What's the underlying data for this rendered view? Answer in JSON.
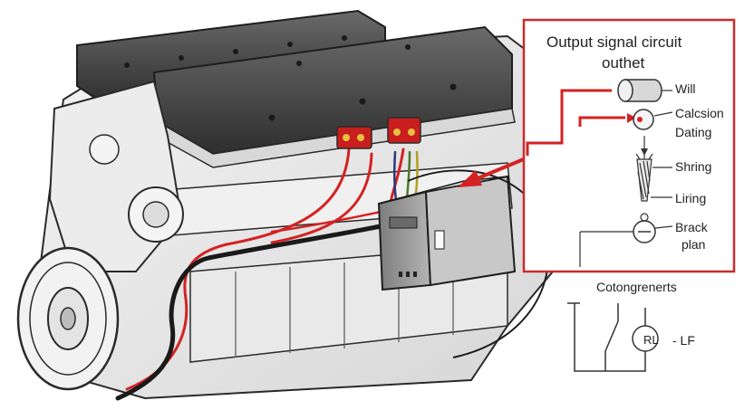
{
  "diagram": {
    "title_line1": "Output signal circuit",
    "title_line2": "outhet",
    "labels": {
      "will": "Will",
      "calcsion": "Calcsion",
      "dating": "Dating",
      "shring": "Shring",
      "liring": "Liring",
      "brack": "Brack",
      "plan": "plan",
      "components": "Cotongrenerts",
      "rl": "RL",
      "lf": "- LF"
    },
    "colors": {
      "wire_red": "#d42222",
      "panel_border": "#cc2a2a",
      "engine_outline": "#2a2a2a",
      "cover_dark": "#4a4a4a",
      "module_grey": "#8f8f8f"
    }
  }
}
